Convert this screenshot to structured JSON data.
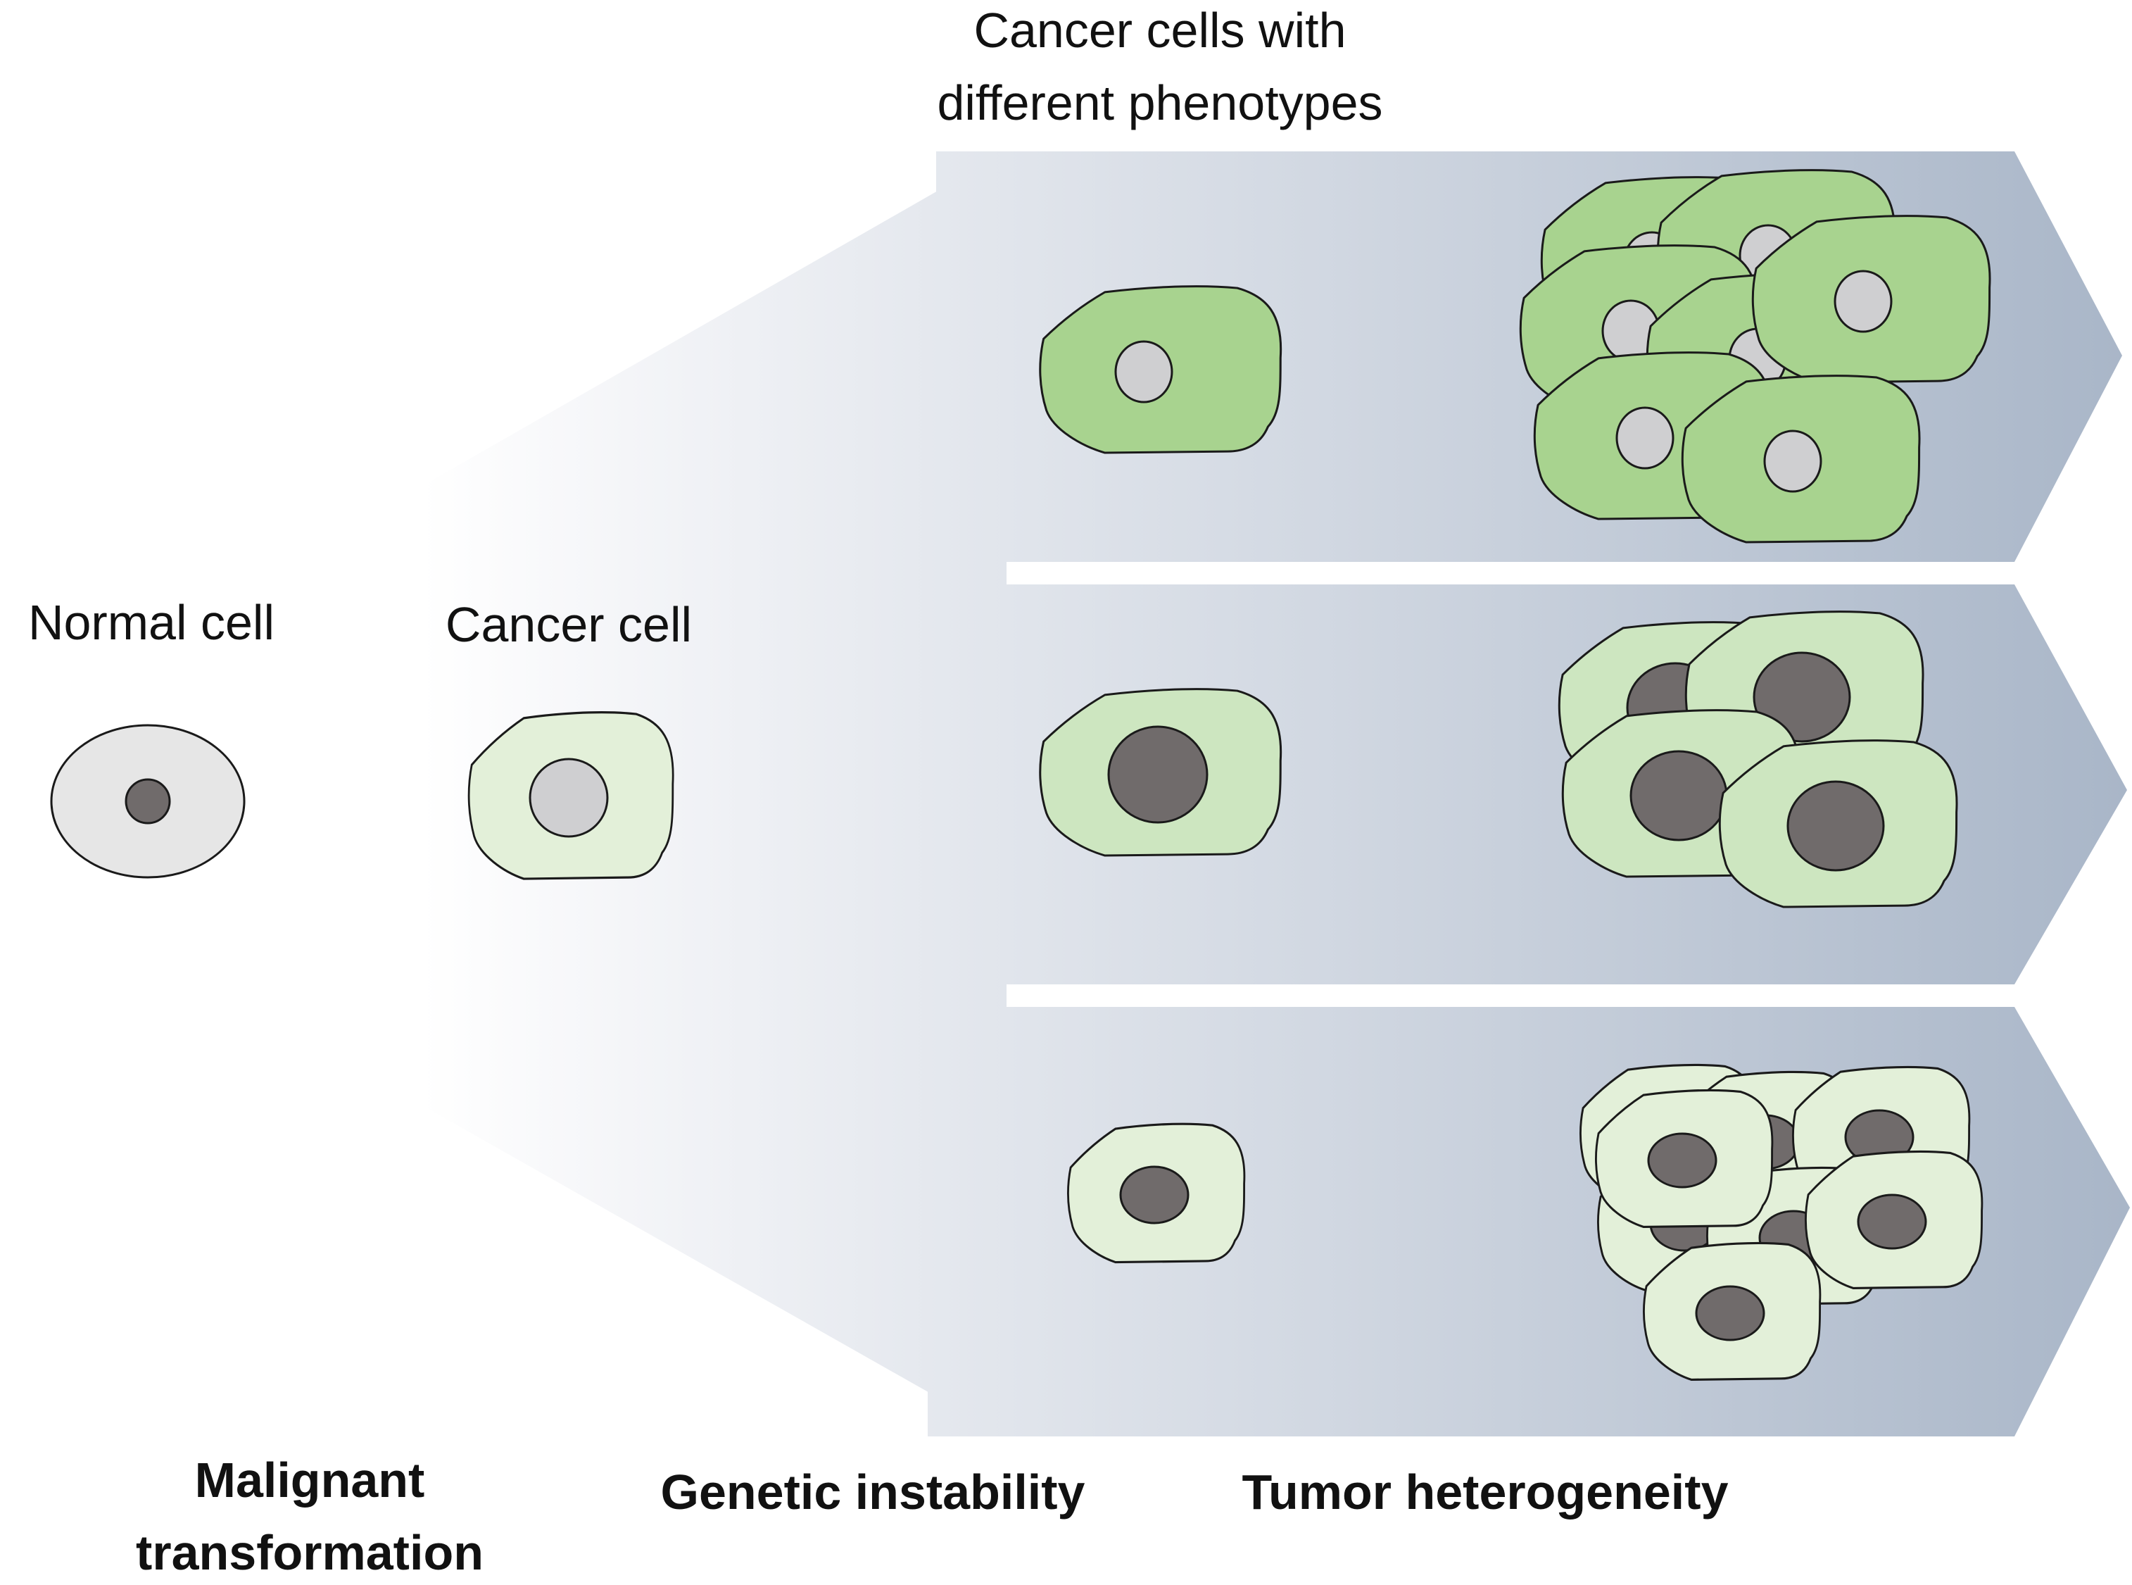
{
  "labels": {
    "normal_cell": "Normal cell",
    "cancer_cell": "Cancer cell",
    "phenotypes_line1": "Cancer cells with",
    "phenotypes_line2": "different phenotypes"
  },
  "stages": {
    "malignant_line1": "Malignant",
    "malignant_line2": "transformation",
    "genetic_instability": "Genetic instability",
    "tumor_heterogeneity": "Tumor heterogeneity"
  },
  "colors": {
    "band_light": "#f4f5f8",
    "band_dark": "#a9b6c8",
    "cell_outline": "#1a1a1a",
    "normal_cell_fill": "#e6e6e6",
    "nucleus_dark": "#706b6b",
    "nucleus_light": "#cfcfd1",
    "green_medium": "#a8d38f",
    "green_light_1": "#cde6c0",
    "green_light_2": "#e3f0d9"
  },
  "icons": {
    "normal_cell": "oval-cell-icon",
    "cancer_cell": "irregular-cell-icon",
    "phenotype_cell": "irregular-cell-icon",
    "cluster": "cell-cluster-icon"
  }
}
